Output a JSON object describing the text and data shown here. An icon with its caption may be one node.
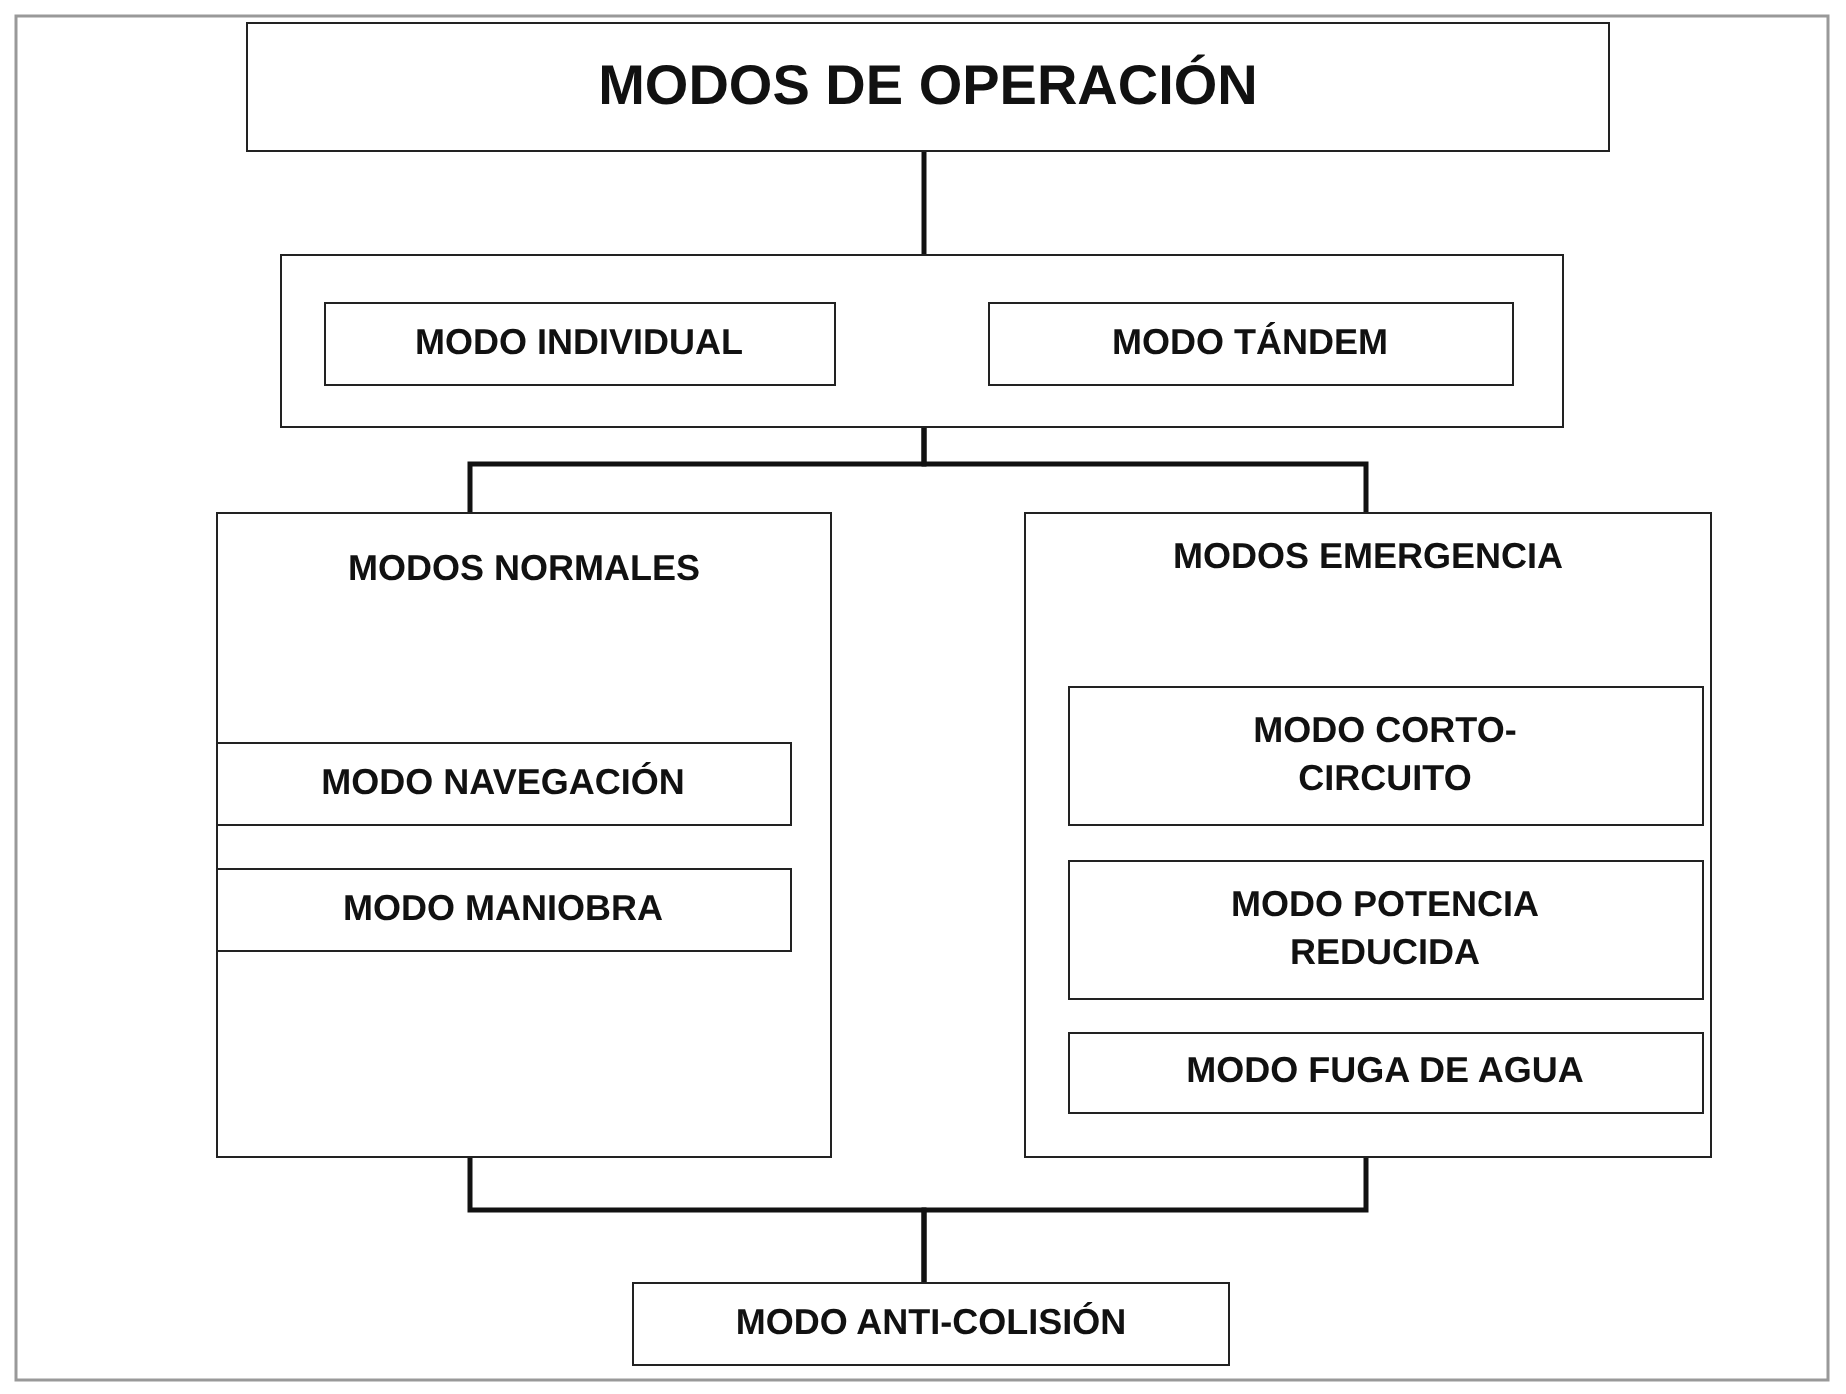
{
  "diagram": {
    "nodes": [
      {
        "text": [
          "MODOS DE OPERACIÓN"
        ]
      },
      {
        "text": [],
        "shape": "box"
      },
      {
        "text": [
          "MODO INDIVIDUAL"
        ],
        "in": 1
      },
      {
        "text": [
          "MODO TÁNDEM"
        ],
        "in": 1
      },
      {
        "text": [
          "MODOS NORMALES"
        ]
      },
      {
        "text": [
          "MODO NAVEGACIÓN"
        ],
        "in": 4
      },
      {
        "text": [
          "MODO MANIOBRA"
        ],
        "in": 4
      },
      {
        "text": [
          "MODOS EMERGENCIA"
        ]
      },
      {
        "text": [
          "MODO CORTO-CIRCUITO"
        ],
        "in": 7
      },
      {
        "text": [
          "MODO POTENCIA REDUCIDA"
        ],
        "in": 7
      },
      {
        "text": [
          "MODO FUGA DE AGUA"
        ],
        "in": 7
      },
      {
        "text": [
          "MODO ANTI-COLISIÓN"
        ]
      }
    ],
    "edges": [
      {
        "from": 0,
        "to": 1,
        "arrow": "none"
      },
      {
        "from": 1,
        "to": 4,
        "arrow": "none"
      },
      {
        "from": 1,
        "to": 7,
        "arrow": "none"
      },
      {
        "from": 4,
        "to": 11,
        "arrow": "none"
      },
      {
        "from": 7,
        "to": 11,
        "arrow": "none"
      }
    ]
  }
}
